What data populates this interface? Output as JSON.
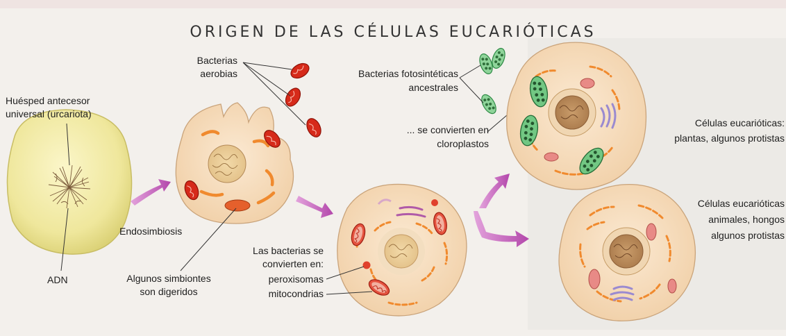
{
  "title": "ORIGEN DE LAS CÉLULAS EUCARIÓTICAS",
  "labels": {
    "host_line1": "Huésped antecesor",
    "host_line2": "universal (urcariota)",
    "dna": "ADN",
    "aerobic_line1": "Bacterias",
    "aerobic_line2": "aerobias",
    "endosymbiosis": "Endosimbiosis",
    "digested_line1": "Algunos simbiontes",
    "digested_line2": "son digeridos",
    "become_line1": "Las bacterias se",
    "become_line2": "convierten en:",
    "peroxisomes": "peroxisomas",
    "mitochondria": "mitocondrias",
    "photo_line1": "Bacterias fotosintéticas",
    "photo_line2": "ancestrales",
    "chloro_line1": "... se convierten en",
    "chloro_line2": "cloroplastos",
    "plants_line1": "Células eucarióticas:",
    "plants_line2": "plantas, algunos protistas",
    "animals_line1": "Células eucarióticas",
    "animals_line2": "animales, hongos",
    "animals_line3": "algunos protistas"
  },
  "colors": {
    "background": "#f3f0ec",
    "host_cell": "#efe9a0",
    "cell_fill": "#f6dcbc",
    "aerobic_bacteria": "#d8301e",
    "photosynthetic_bacteria": "#6dbf7a",
    "er_orange": "#f08a2e",
    "golgi_purple": "#b05aa8",
    "arrow_magenta": "#b84fb0"
  }
}
